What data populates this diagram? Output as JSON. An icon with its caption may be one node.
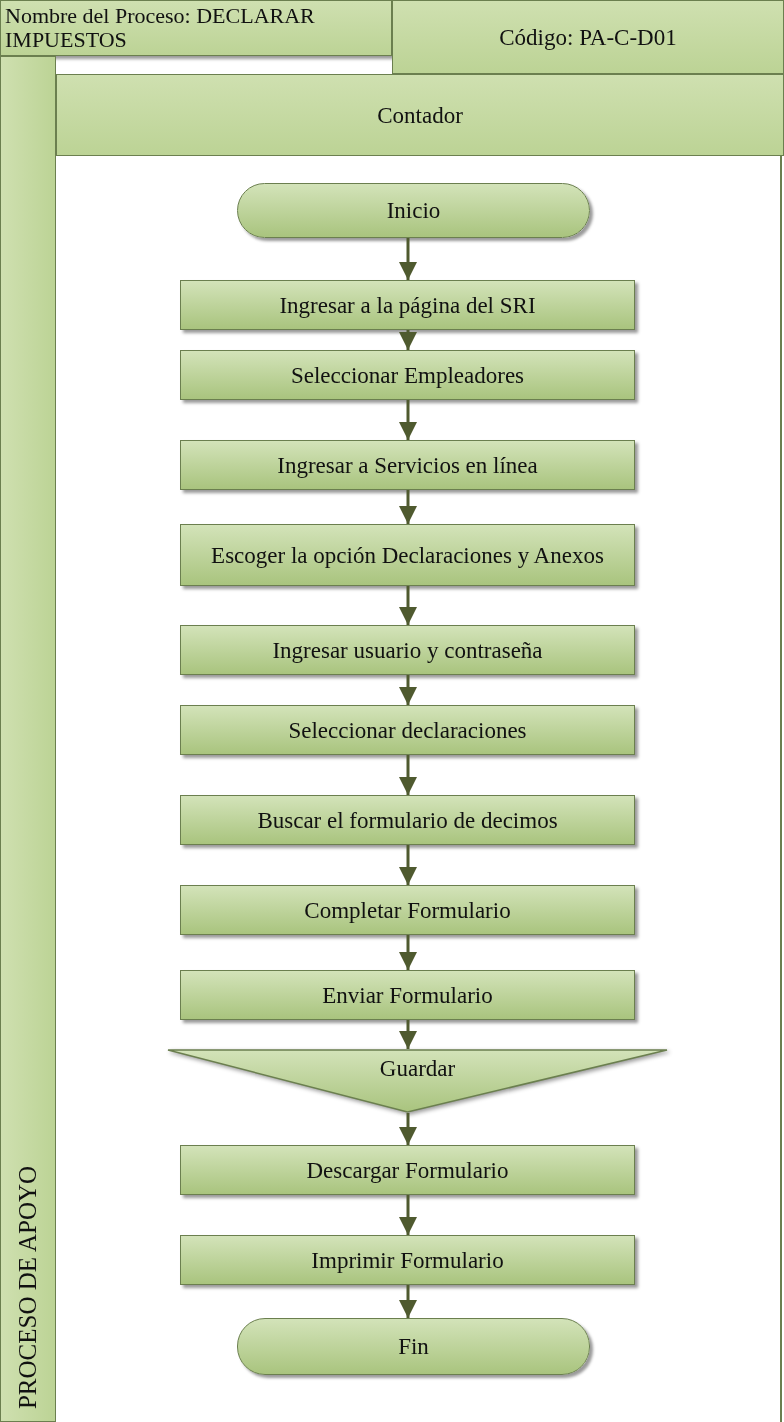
{
  "diagram": {
    "nodes": [
      {
        "text": [
          "Nombre del Proceso: DECLARAR IMPUESTOS"
        ]
      },
      {
        "text": [
          "Código: PA-C-D01"
        ]
      },
      {
        "text": [
          "PROCESO DE APOYO"
        ]
      },
      {
        "text": [
          "Contador"
        ]
      },
      {
        "text": [
          "Inicio"
        ]
      },
      {
        "text": [
          "Ingresar a la página del SRI"
        ]
      },
      {
        "text": [
          "Seleccionar Empleadores"
        ]
      },
      {
        "text": [
          "Ingresar a Servicios en línea"
        ]
      },
      {
        "text": [
          "Escoger la opción Declaraciones y Anexos"
        ]
      },
      {
        "text": [
          "Ingresar usuario y contraseña"
        ]
      },
      {
        "text": [
          "Seleccionar declaraciones"
        ]
      },
      {
        "text": [
          "Buscar el formulario de decimos"
        ]
      },
      {
        "text": [
          "Completar Formulario"
        ]
      },
      {
        "text": [
          "Enviar Formulario"
        ]
      },
      {
        "text": [
          "Guardar"
        ]
      },
      {
        "text": [
          "Descargar Formulario"
        ]
      },
      {
        "text": [
          "Imprimir Formulario"
        ]
      },
      {
        "text": [
          "Fin"
        ]
      }
    ],
    "edges": [
      {
        "from": 4,
        "to": 5,
        "arrow": "to"
      },
      {
        "from": 5,
        "to": 6,
        "arrow": "to"
      },
      {
        "from": 6,
        "to": 7,
        "arrow": "to"
      },
      {
        "from": 7,
        "to": 8,
        "arrow": "to"
      },
      {
        "from": 8,
        "to": 9,
        "arrow": "to"
      },
      {
        "from": 9,
        "to": 10,
        "arrow": "to"
      },
      {
        "from": 10,
        "to": 11,
        "arrow": "to"
      },
      {
        "from": 11,
        "to": 12,
        "arrow": "to"
      },
      {
        "from": 12,
        "to": 13,
        "arrow": "to"
      },
      {
        "from": 13,
        "to": 14,
        "arrow": "to"
      },
      {
        "from": 14,
        "to": 15,
        "arrow": "to"
      },
      {
        "from": 15,
        "to": 16,
        "arrow": "to"
      },
      {
        "from": 16,
        "to": 17,
        "arrow": "to"
      }
    ]
  }
}
